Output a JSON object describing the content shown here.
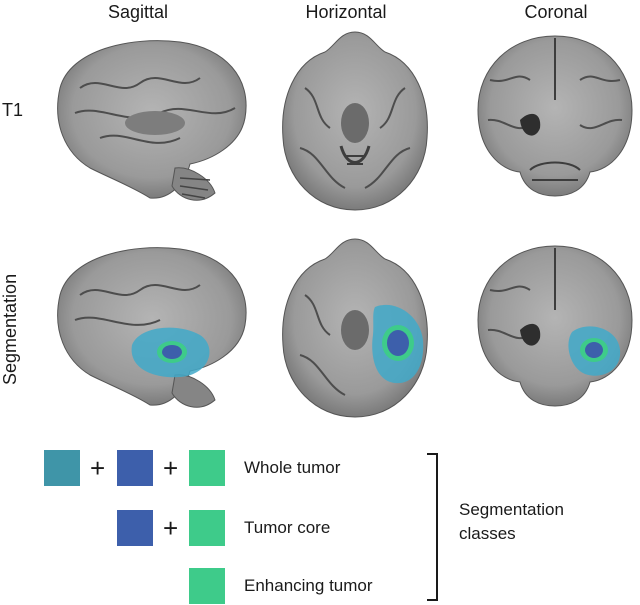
{
  "columns": [
    "Sagittal",
    "Horizontal",
    "Coronal"
  ],
  "rows": {
    "t1": "T1",
    "segmentation": "Segmentation"
  },
  "colors": {
    "whole_tumor": "#3f95a8",
    "tumor_core": "#3d5fab",
    "enhancing_tumor": "#3ecb8a",
    "segmentation_overlay": "#41a9c9"
  },
  "legend": {
    "plus": "+",
    "items": [
      {
        "label": "Whole tumor"
      },
      {
        "label": "Tumor core"
      },
      {
        "label": "Enhancing tumor"
      }
    ],
    "group_line1": "Segmentation",
    "group_line2": "classes"
  }
}
